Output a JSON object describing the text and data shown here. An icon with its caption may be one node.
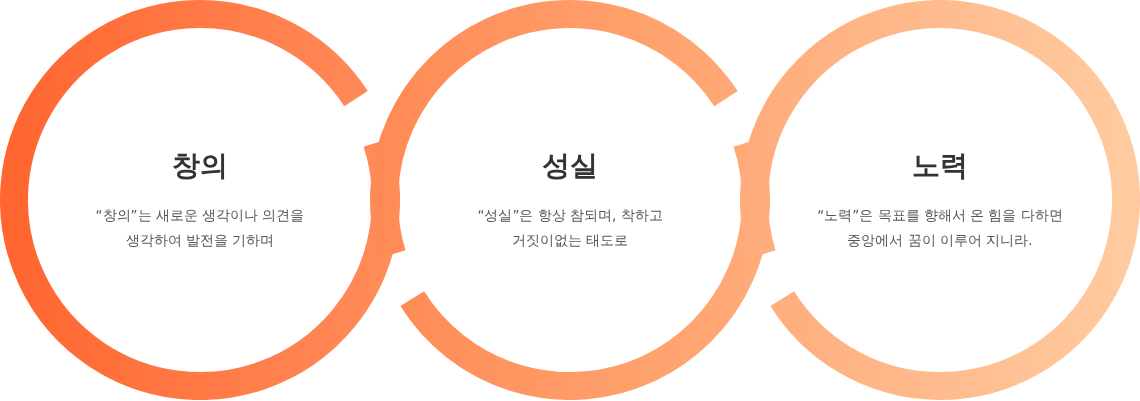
{
  "diagram": {
    "nodes": [
      {
        "text": [
          "창의",
          "“창의”는 새로운 생각이나 의견을 생각하여 발전을 기하며"
        ]
      },
      {
        "text": [
          "성실",
          "“성실”은 항상 참되며, 착하고 거짓이없는 태도로"
        ]
      },
      {
        "text": [
          "노력",
          "“노력”은 목표를 향해서 온 힘을 다하면 중앙에서 꿈이 이루어 지니라."
        ]
      }
    ]
  }
}
